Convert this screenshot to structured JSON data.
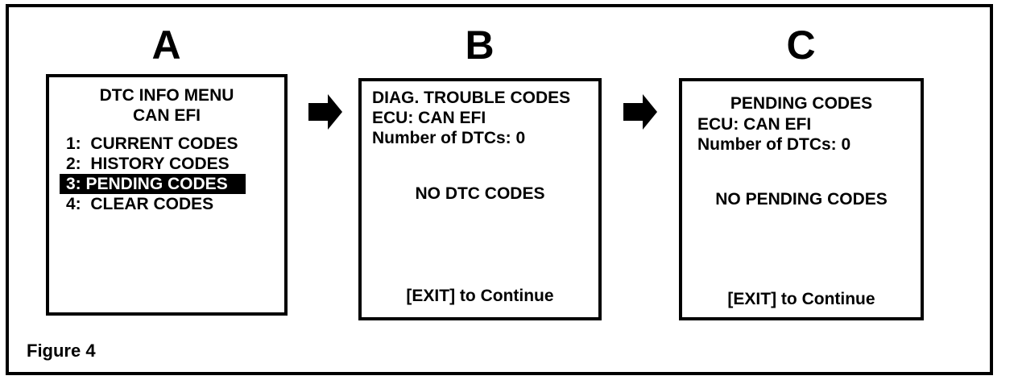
{
  "figure": {
    "caption": "Figure 4"
  },
  "colors": {
    "foreground": "#000000",
    "background": "#ffffff",
    "highlight_bg": "#000000",
    "highlight_fg": "#ffffff"
  },
  "icons": {
    "flow_arrow": "right-block-arrow"
  },
  "panels": [
    {
      "label": "A",
      "screen": {
        "header_lines": [
          "DTC INFO MENU",
          "CAN EFI"
        ],
        "menu_items": [
          {
            "text": "1:  CURRENT CODES",
            "highlighted": false
          },
          {
            "text": "2:  HISTORY CODES",
            "highlighted": false
          },
          {
            "text": "3: PENDING CODES",
            "highlighted": true
          },
          {
            "text": "4:  CLEAR CODES",
            "highlighted": false
          }
        ]
      }
    },
    {
      "label": "B",
      "screen": {
        "info_lines": [
          "DIAG. TROUBLE CODES",
          "ECU: CAN EFI",
          "Number of DTCs: 0"
        ],
        "status_text": "NO DTC CODES",
        "footer_text": "[EXIT] to Continue"
      }
    },
    {
      "label": "C",
      "screen": {
        "title": "PENDING CODES",
        "info_lines": [
          "ECU: CAN EFI",
          "Number of DTCs: 0"
        ],
        "status_text": "NO PENDING CODES",
        "footer_text": "[EXIT] to Continue"
      }
    }
  ]
}
